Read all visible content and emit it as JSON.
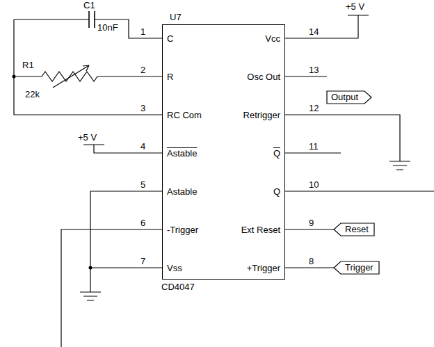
{
  "diagram": {
    "nodes": [
      {
        "text": [
          "U7",
          "C",
          "R",
          "RC Com",
          "Astable",
          "Astable",
          "-Trigger",
          "Vss",
          "Vcc",
          "Osc Out",
          "Retrigger",
          "Q",
          "Q",
          "Ext Reset",
          "+Trigger",
          "CD4047"
        ]
      },
      {
        "text": [
          "Output"
        ]
      },
      {
        "text": [
          "Reset"
        ]
      },
      {
        "text": [
          "Trigger"
        ]
      }
    ],
    "edges": [
      {
        "from": 0,
        "to": 1,
        "arrow": "none"
      },
      {
        "from": 2,
        "to": 0,
        "arrow": "none"
      },
      {
        "from": 3,
        "to": 0,
        "arrow": "none"
      }
    ],
    "labels": [
      "C1",
      "10nF",
      "R1",
      "22k",
      "+5 V",
      "+5 V",
      "1",
      "2",
      "3",
      "4",
      "5",
      "6",
      "7",
      "8",
      "9",
      "10",
      "11",
      "12",
      "13",
      "14"
    ]
  }
}
